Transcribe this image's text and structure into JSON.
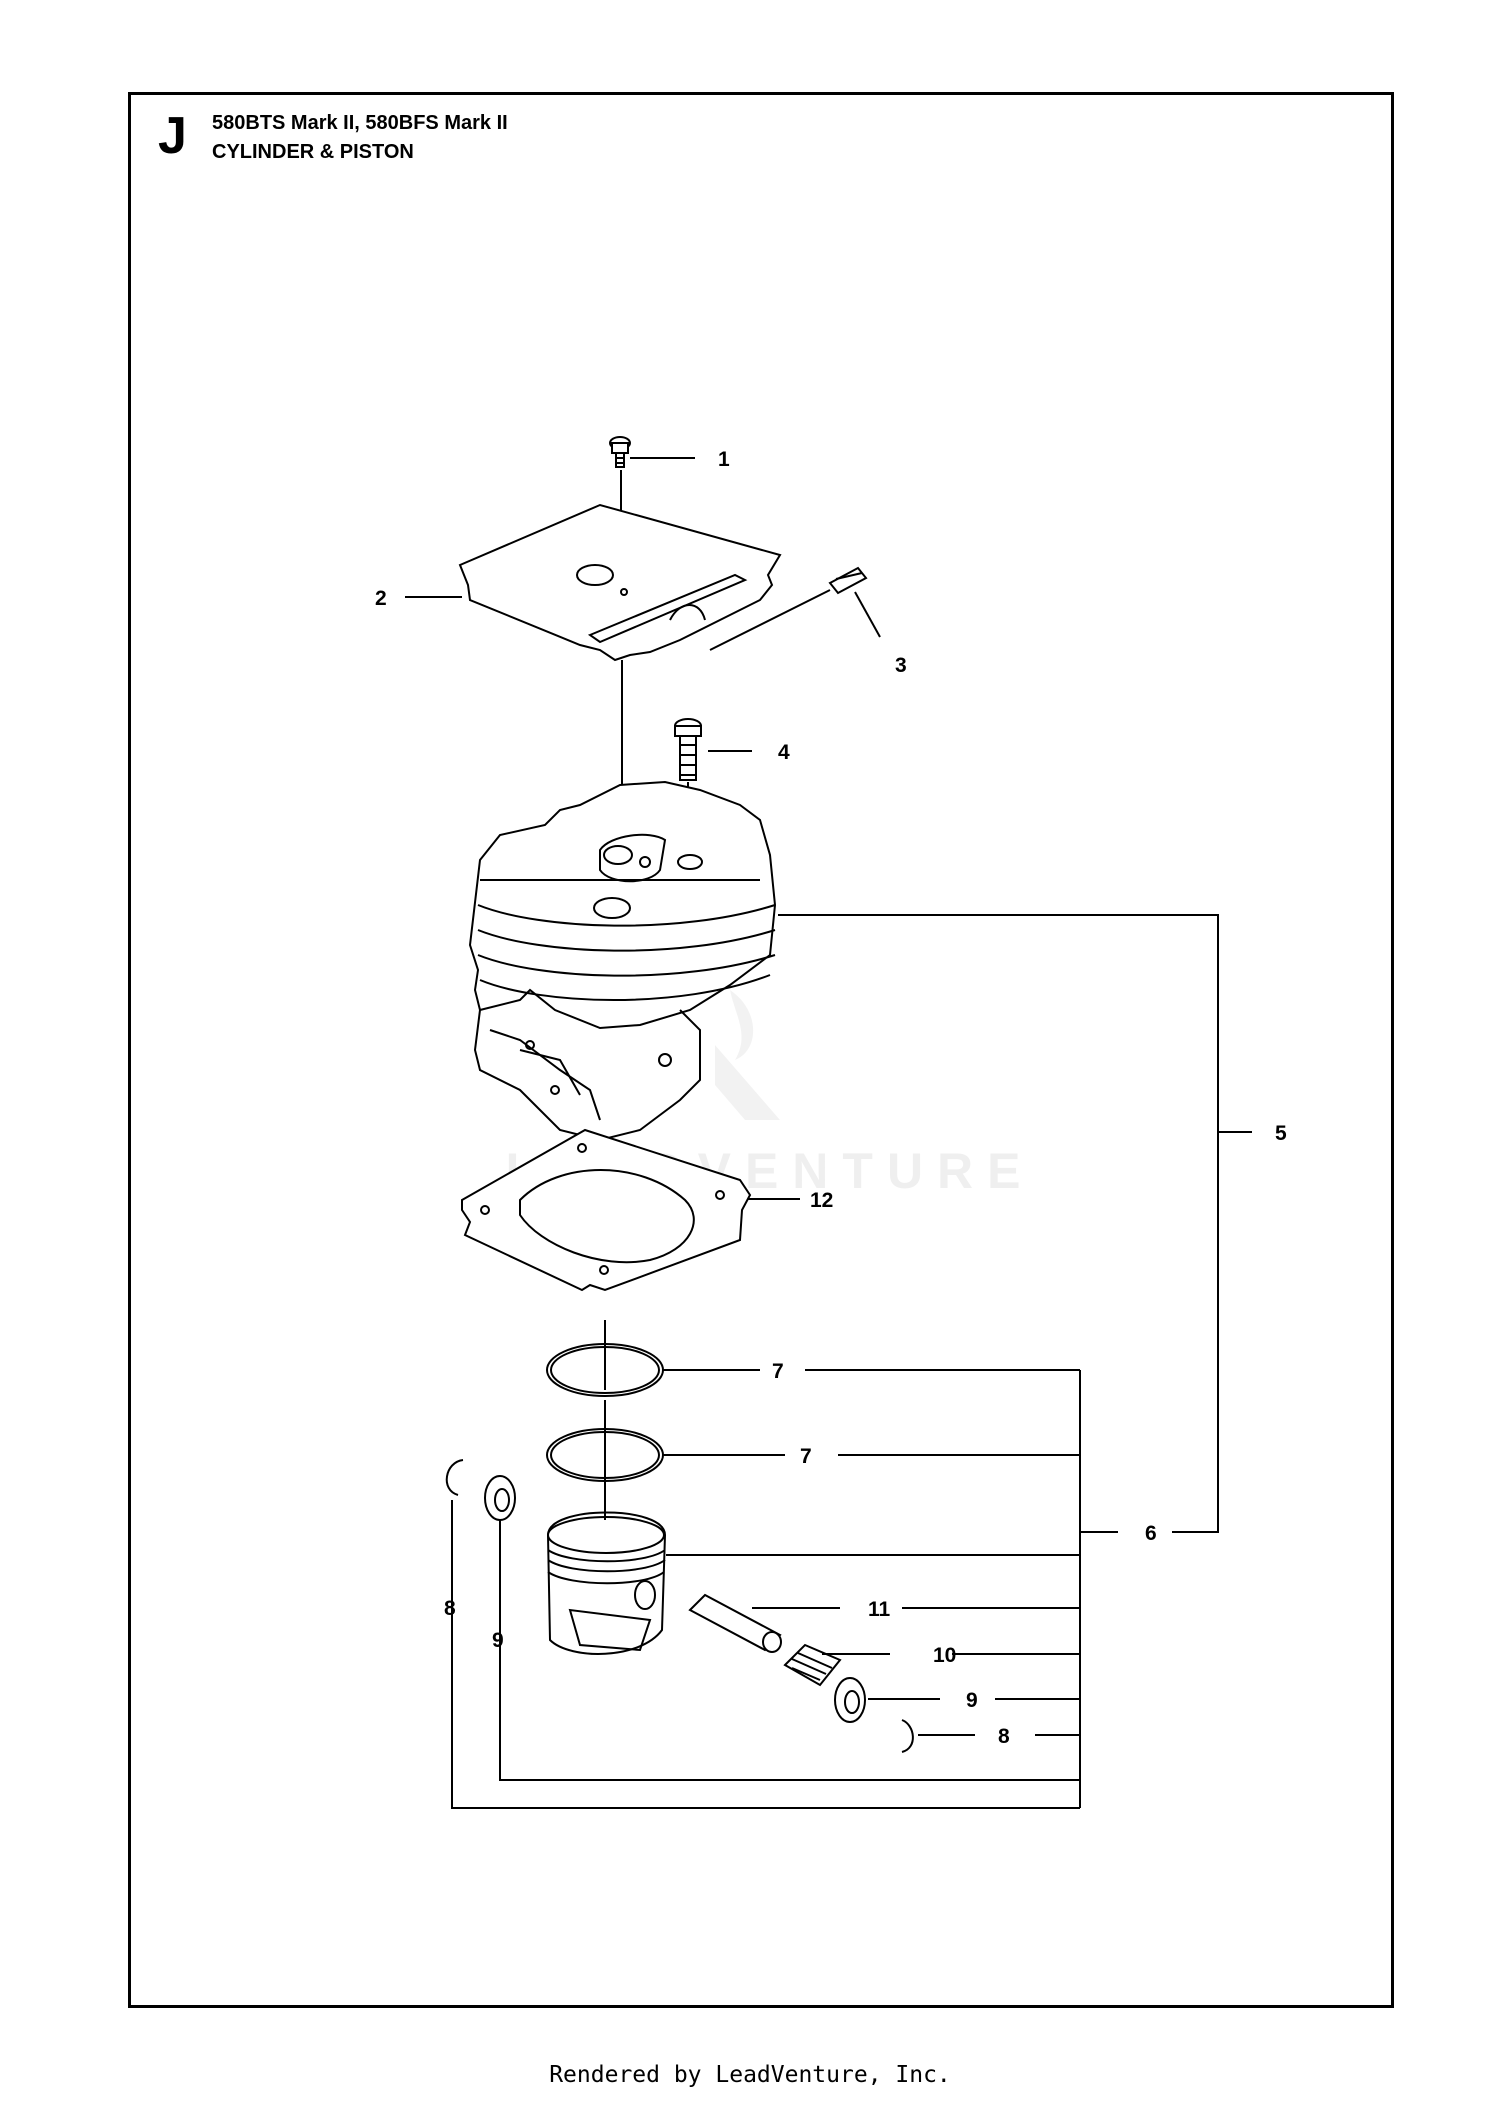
{
  "header": {
    "section_letter": "J",
    "model_line": "580BTS Mark II, 580BFS Mark II",
    "title": "CYLINDER & PISTON"
  },
  "callouts": [
    "1",
    "2",
    "3",
    "4",
    "5",
    "6",
    "7",
    "7",
    "8",
    "9",
    "11",
    "10",
    "9",
    "8",
    "12"
  ],
  "watermark": "LEADVENTURE",
  "footer": "Rendered by LeadVenture, Inc."
}
